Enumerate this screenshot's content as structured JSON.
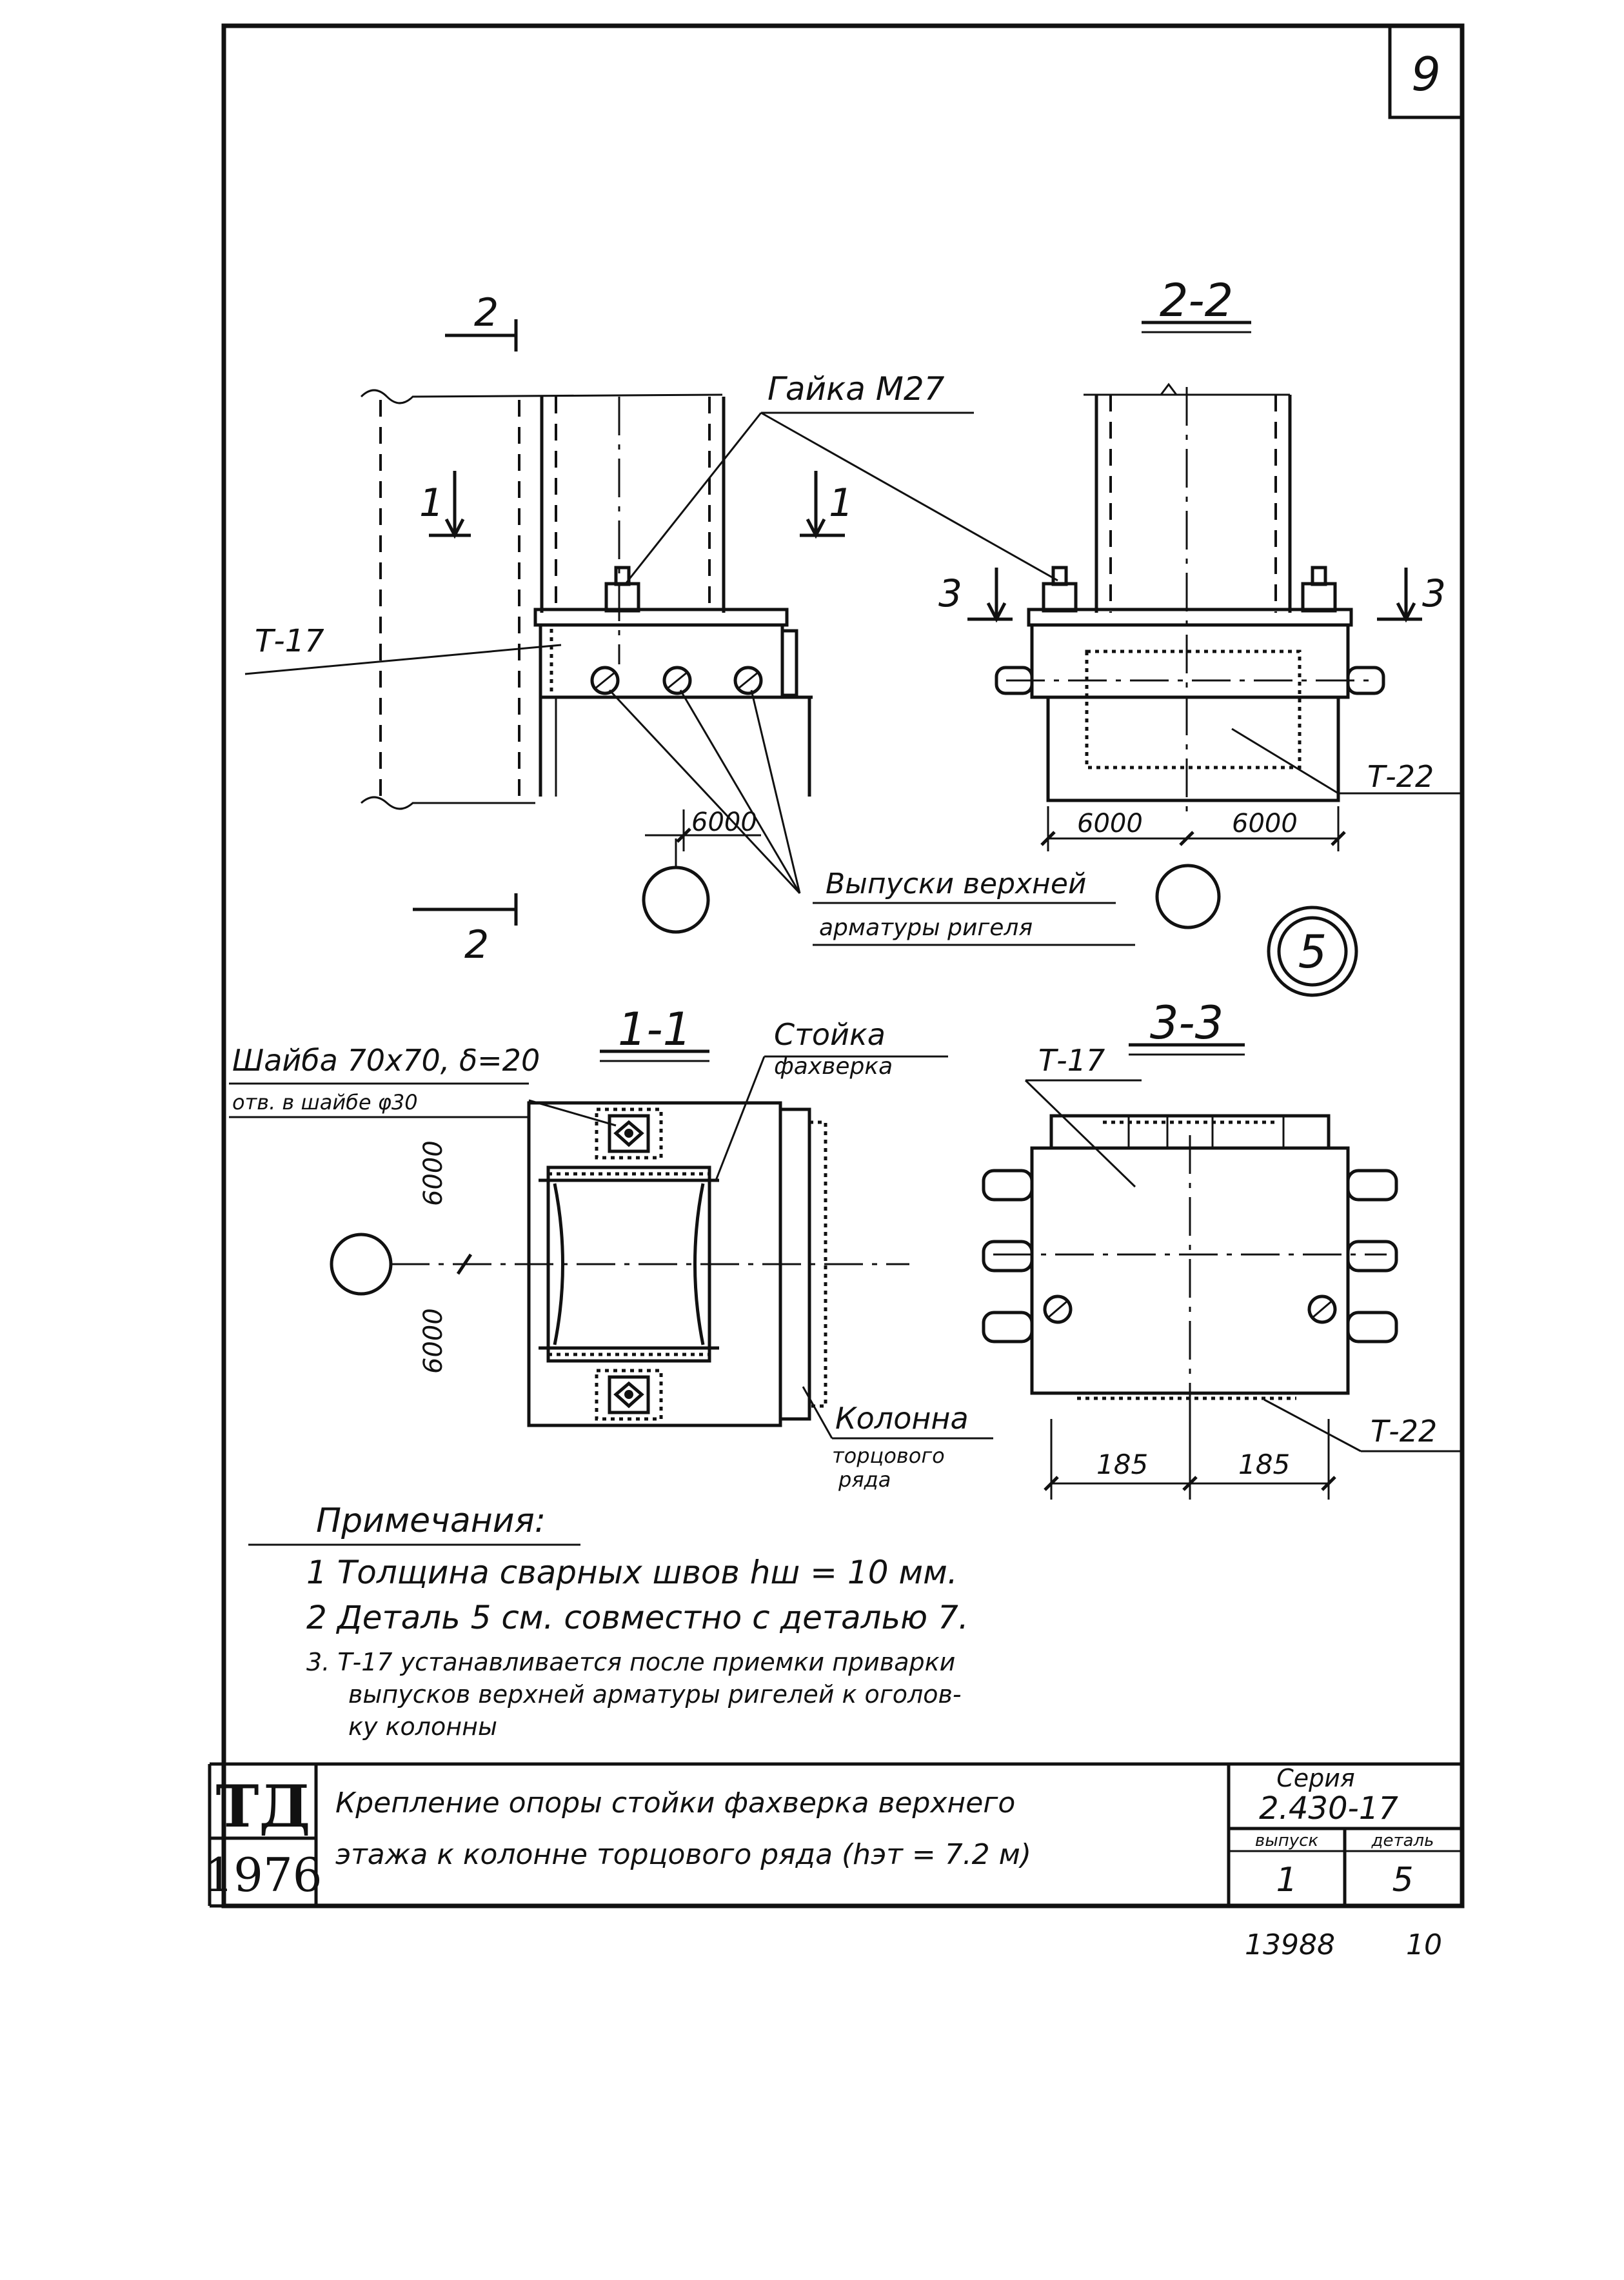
{
  "sheet": {
    "page_number": "9",
    "detail_mark": "5",
    "bottom_numbers": {
      "left": "13988",
      "right": "10"
    }
  },
  "views": {
    "main": {
      "section_2": "2",
      "section_1": "1",
      "label_t17": "Т-17",
      "label_nut": "Гайка М27",
      "dim_6000": "6000",
      "label_outlets_1": "Выпуски верхней",
      "label_outlets_2": "арматуры ригеля"
    },
    "section_2_2": {
      "title": "2-2",
      "section_3": "3",
      "label_t22": "Т-22",
      "dim_left": "6000",
      "dim_right": "6000"
    },
    "section_1_1": {
      "title": "1-1",
      "washer_1": "Шайба 70х70, δ=20",
      "washer_2": "отв. в шайбе φ30",
      "post_1": "Стойка",
      "post_2": "фахверка",
      "column_1": "Колонна",
      "column_2": "торцового",
      "column_3": "ряда",
      "dim_top": "6000",
      "dim_bottom": "6000"
    },
    "section_3_3": {
      "title": "3-3",
      "label_t17": "Т-17",
      "label_t22": "Т-22",
      "dim_left": "185",
      "dim_right": "185"
    }
  },
  "notes": {
    "heading": "Примечания:",
    "items": [
      "1 Толщина сварных швов  hш = 10 мм.",
      "2 Деталь 5  см.  совместно  с деталью 7.",
      "3. Т-17 устанавливается после приемки приварки",
      "выпусков верхней арматуры ригелей к оголов-",
      "ку колонны"
    ]
  },
  "title_block": {
    "logo": "ТД",
    "year": "1976",
    "title_line_1": "Крепление опоры стойки фахверка верхнего",
    "title_line_2": "этажа к колонне торцового ряда (hэт = 7.2 м)",
    "series_label": "Серия",
    "series_value": "2.430-17",
    "issue_label": "выпуск",
    "issue_value": "1",
    "detail_label": "деталь",
    "detail_value": "5"
  }
}
